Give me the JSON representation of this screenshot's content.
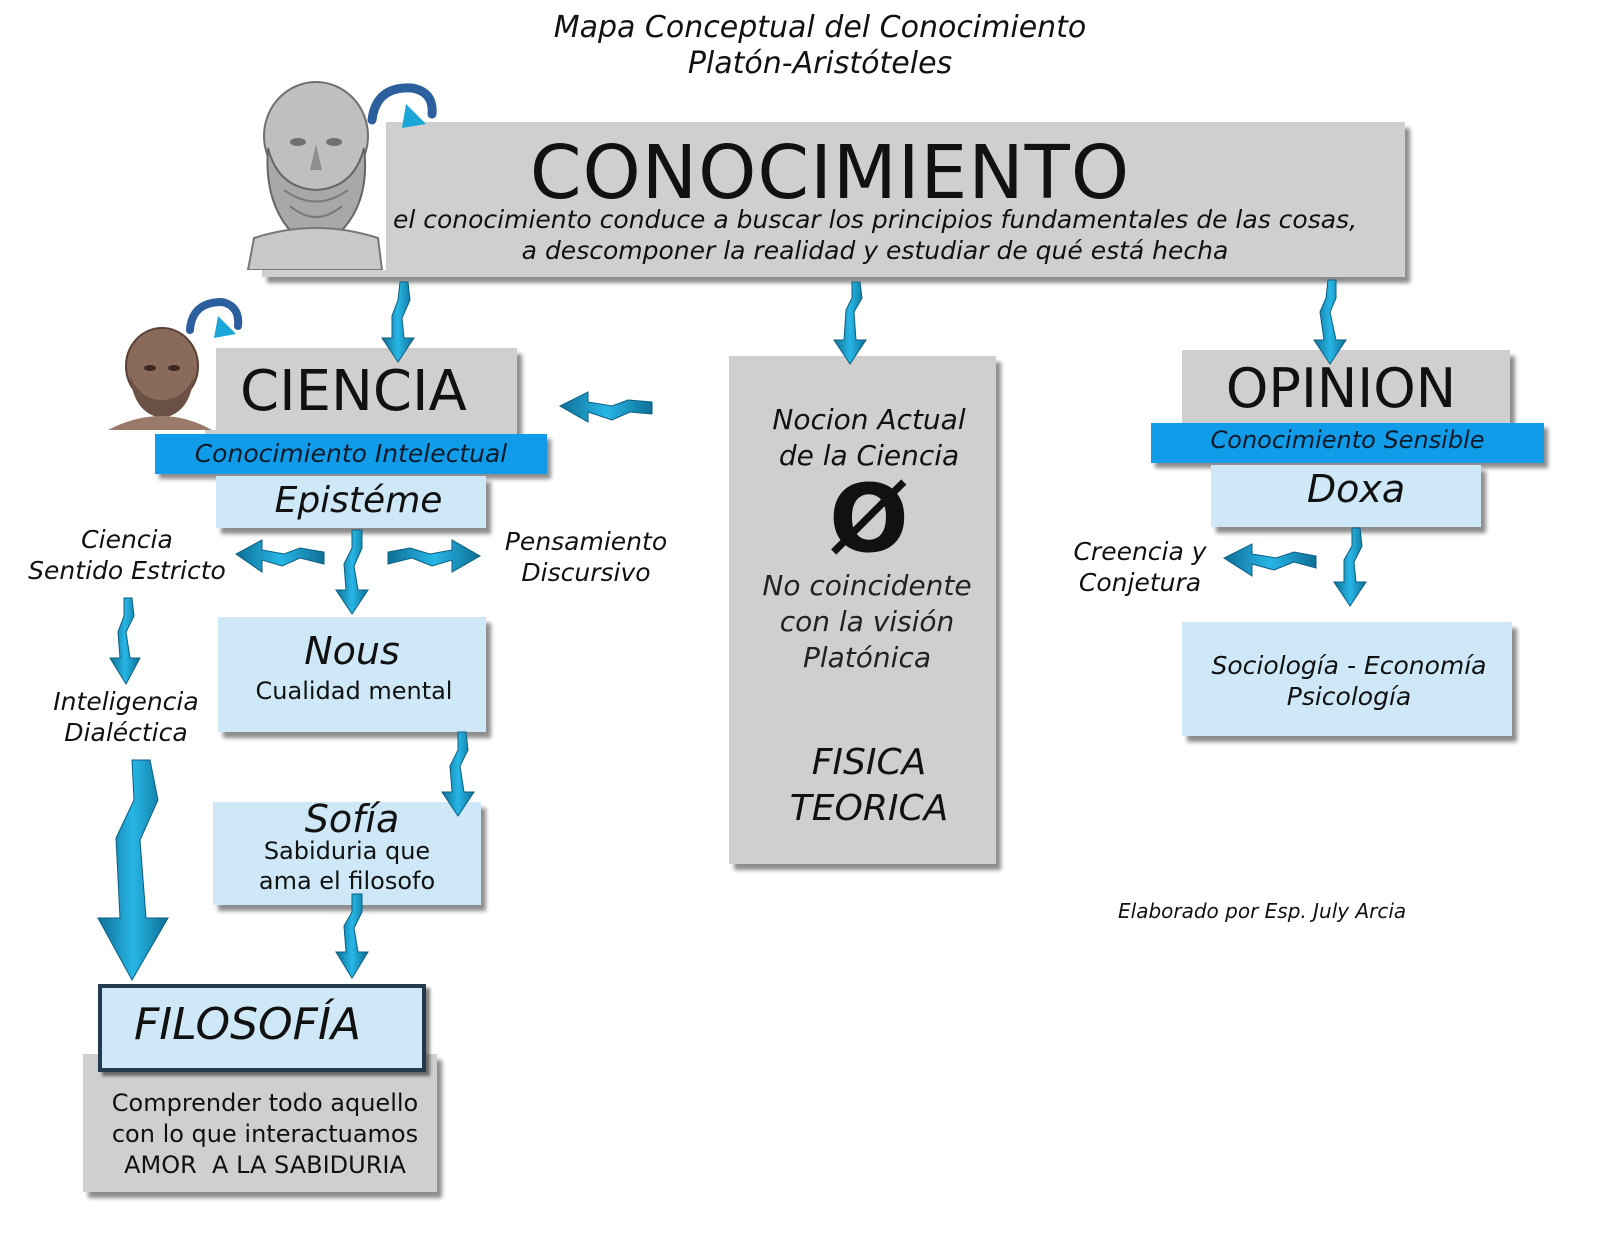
{
  "header": {
    "title_line1": "Mapa Conceptual del Conocimiento",
    "title_line2": "Platón-Aristóteles"
  },
  "root": {
    "title": "CONOCIMIENTO",
    "desc_line1": "el conocimiento conduce a buscar los principios fundamentales de las cosas,",
    "desc_line2": "a descomponer la realidad y estudiar de qué está hecha"
  },
  "ciencia": {
    "title": "CIENCIA",
    "band": "Conocimiento Intelectual",
    "sub": "Epistéme",
    "left_label_line1": "Ciencia",
    "left_label_line2": "Sentido Estricto",
    "right_label_line1": "Pensamiento",
    "right_label_line2": "Discursivo",
    "intel_line1": "Inteligencia",
    "intel_line2": "Dialéctica"
  },
  "nous": {
    "title": "Nous",
    "desc": "Cualidad mental"
  },
  "sofia": {
    "title": "Sofía",
    "desc_line1": "Sabiduria que",
    "desc_line2": "ama el filosofo"
  },
  "filosofia": {
    "title": "FILOSOFÍA",
    "desc_line1": "Comprender todo aquello",
    "desc_line2": "con lo que interactuamos",
    "desc_line3": "AMOR  A LA SABIDURIA"
  },
  "center": {
    "line1": "Nocion Actual",
    "line2": "de la Ciencia",
    "symbol": "Ø",
    "line3": "No coincidente",
    "line4": "con la visión",
    "line5": "Platónica",
    "line6": "FISICA",
    "line7": "TEORICA"
  },
  "opinion": {
    "title": "OPINION",
    "band": "Conocimiento Sensible",
    "sub": "Doxa",
    "left_label_line1": "Creencia y",
    "left_label_line2": "Conjetura",
    "fields_line1": "Sociología - Economía",
    "fields_line2": "Psicología"
  },
  "credit": "Elaborado por Esp. July Arcia",
  "colors": {
    "arrow": "#1aa6d8",
    "arrow_dark": "#0e6f96",
    "gray_box": "#cfcfcf",
    "light_box": "#cfe8f7",
    "blue_band": "#109ce8"
  }
}
